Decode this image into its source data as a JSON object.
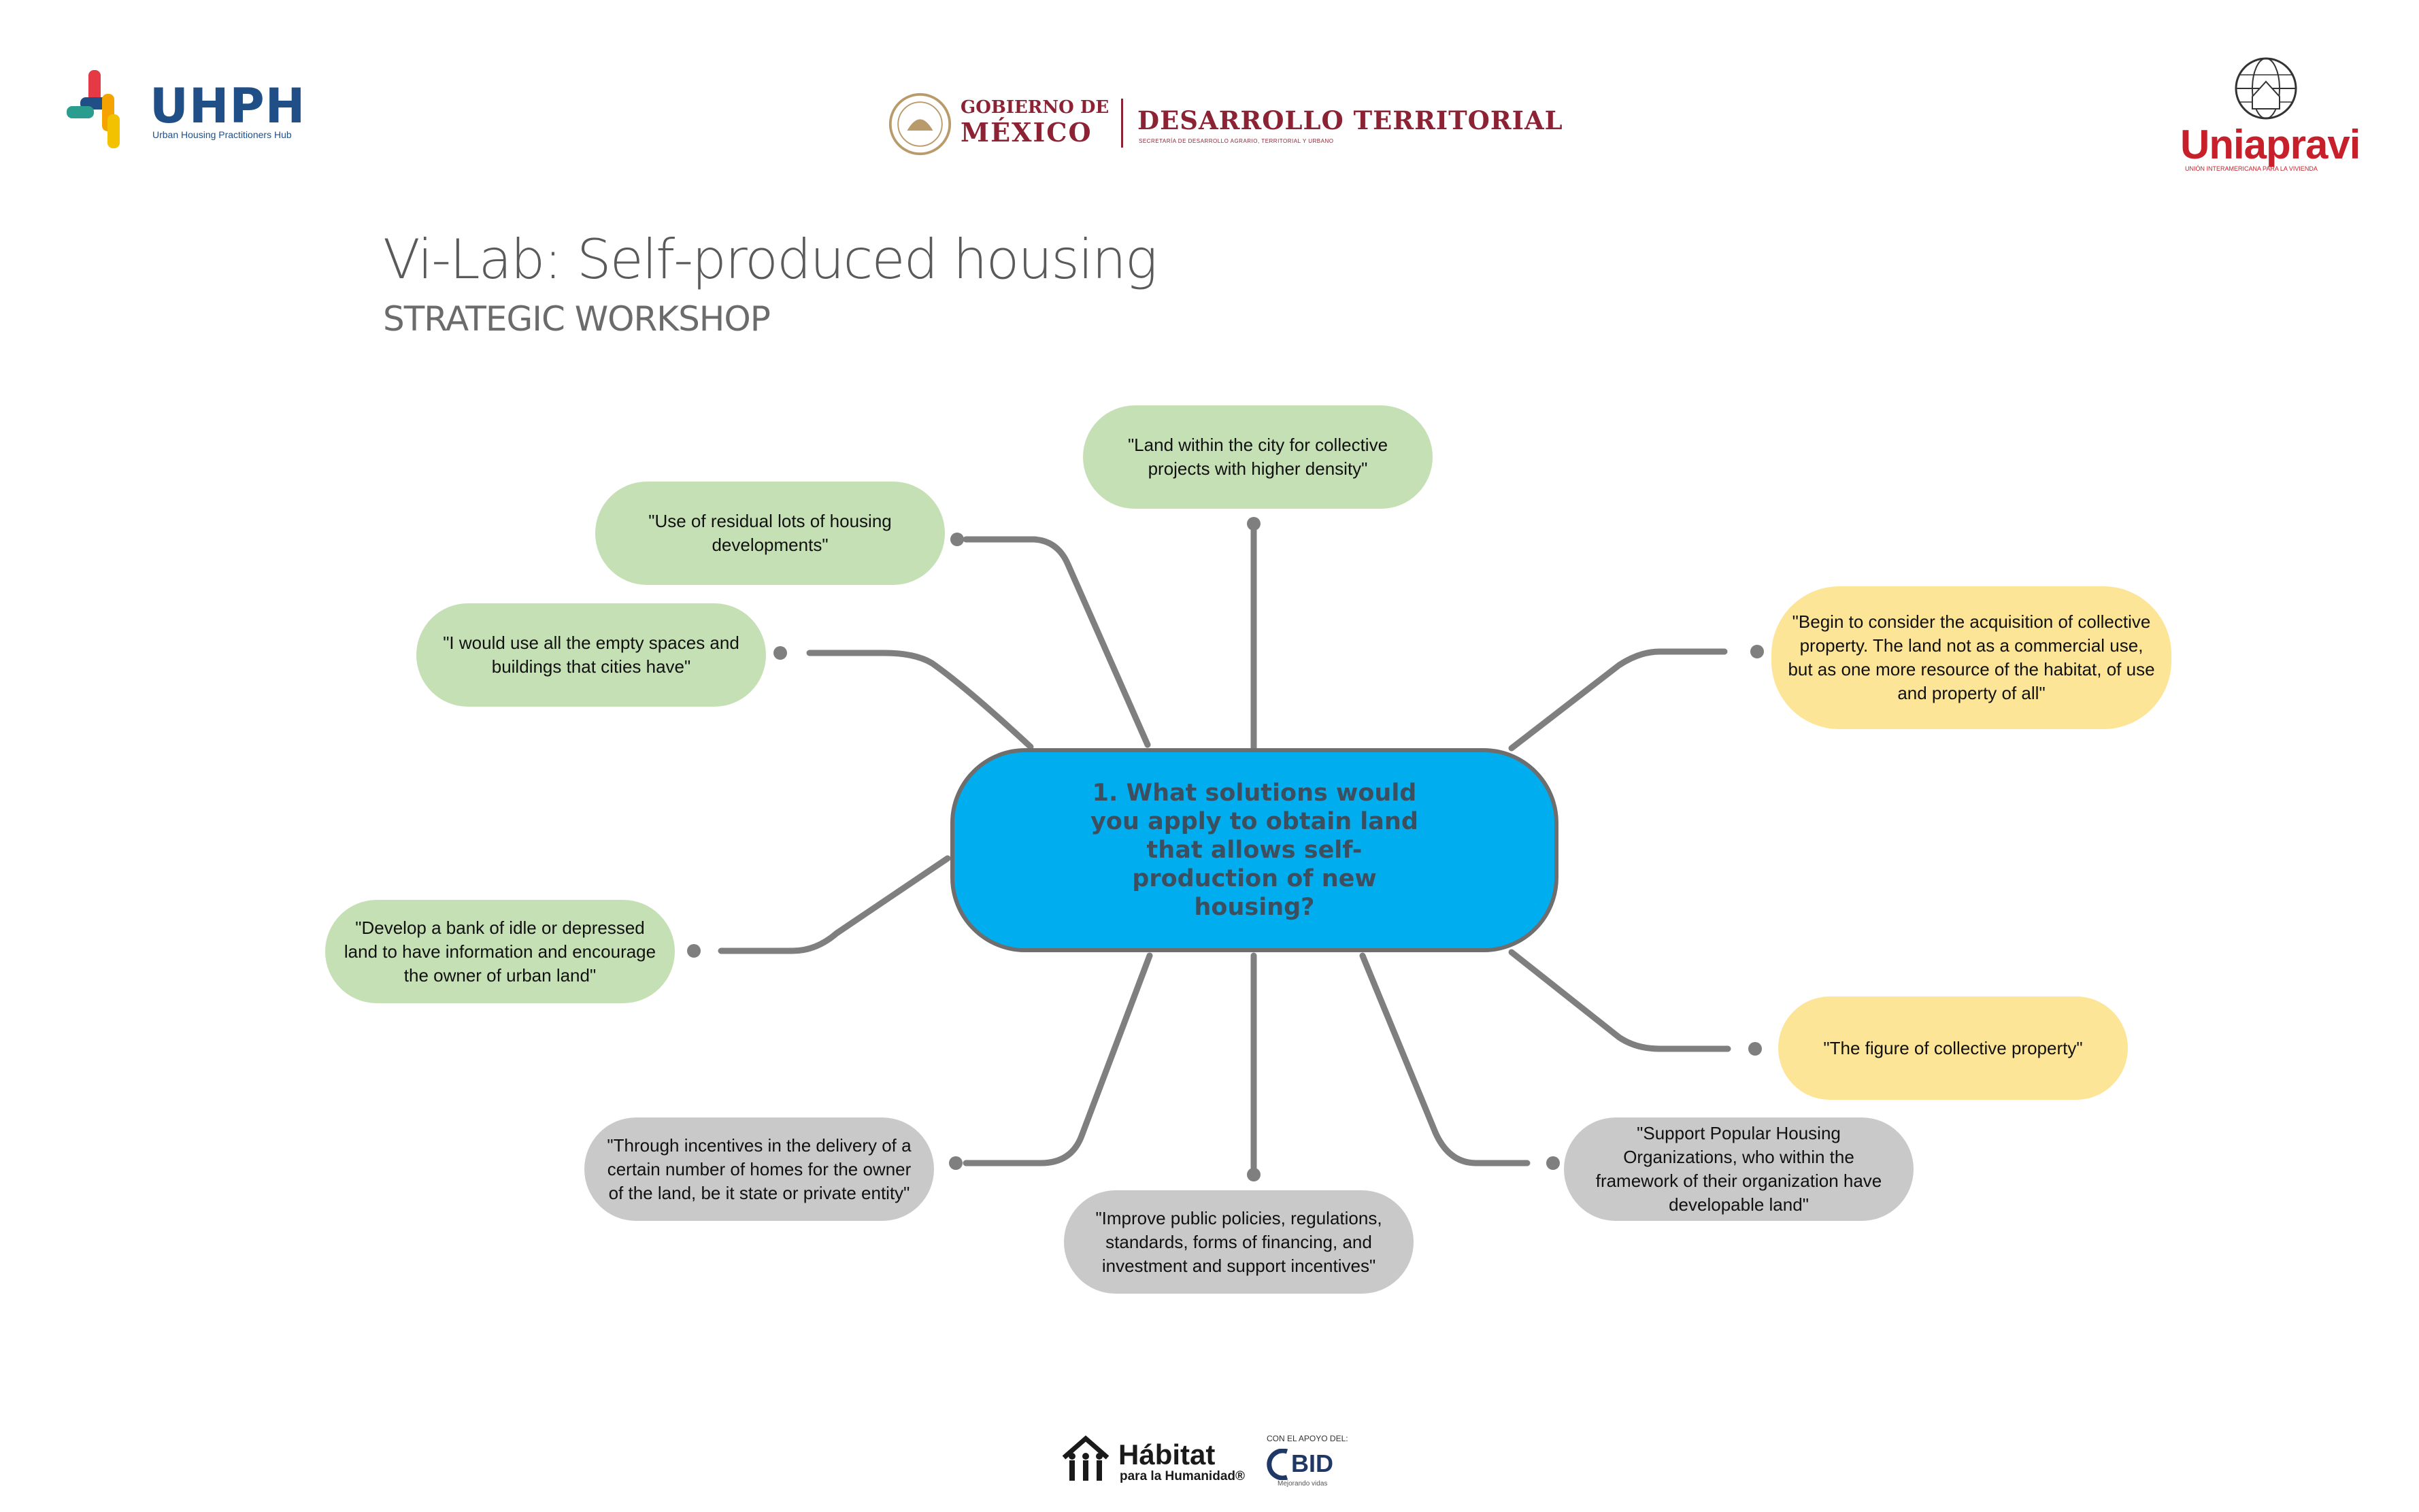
{
  "header": {
    "uhph": {
      "name": "UHPH",
      "subtitle": "Urban Housing Practitioners Hub"
    },
    "gobierno": {
      "line1": "GOBIERNO DE",
      "line2": "MÉXICO",
      "dept": "DESARROLLO TERRITORIAL",
      "dept_sub": "SECRETARÍA DE DESARROLLO AGRARIO, TERRITORIAL Y URBANO"
    },
    "uniapravi": {
      "name": "Uniapravi",
      "subtitle": "UNIÓN INTERAMERICANA PARA LA VIVIENDA"
    }
  },
  "title": "Vi-Lab: Self-produced housing",
  "subtitle": "STRATEGIC WORKSHOP",
  "diagram": {
    "center": "1. What solutions would you apply to obtain land that allows self-production of new housing?",
    "nodes": [
      {
        "text": "\"Land within the city for collective projects with higher density\"",
        "color": "#c6e0b5"
      },
      {
        "text": "\"Use of residual lots of housing developments\"",
        "color": "#c6e0b5"
      },
      {
        "text": "\"I would use all the empty spaces and buildings that cities have\"",
        "color": "#c6e0b5"
      },
      {
        "text": "\"Develop a bank of idle or depressed land to have information and encourage the owner of urban land\"",
        "color": "#c6e0b5"
      },
      {
        "text": "\"Begin to consider the acquisition of collective property. The land not as a commercial use, but as one more resource of the habitat, of use and property of all\"",
        "color": "#fde597"
      },
      {
        "text": "\"The figure of collective property\"",
        "color": "#fde597"
      },
      {
        "text": "\"Through incentives in the delivery of a certain number of homes for the owner of the land, be it state or private entity\"",
        "color": "#c9c9c9"
      },
      {
        "text": "\"Improve public policies, regulations, standards, forms of financing, and investment and support incentives\"",
        "color": "#c9c9c9"
      },
      {
        "text": "\"Support Popular Housing Organizations, who within the framework of their organization have developable land\"",
        "color": "#c9c9c9"
      }
    ],
    "line_color": "#7f7f7f",
    "center_color": "#00aeef"
  },
  "footer": {
    "habitat": {
      "line1": "Hábitat",
      "line2": "para la Humanidad®"
    },
    "bid": {
      "apoyo": "CON EL APOYO DEL:",
      "name": "BID",
      "tagline": "Mejorando vidas"
    }
  }
}
